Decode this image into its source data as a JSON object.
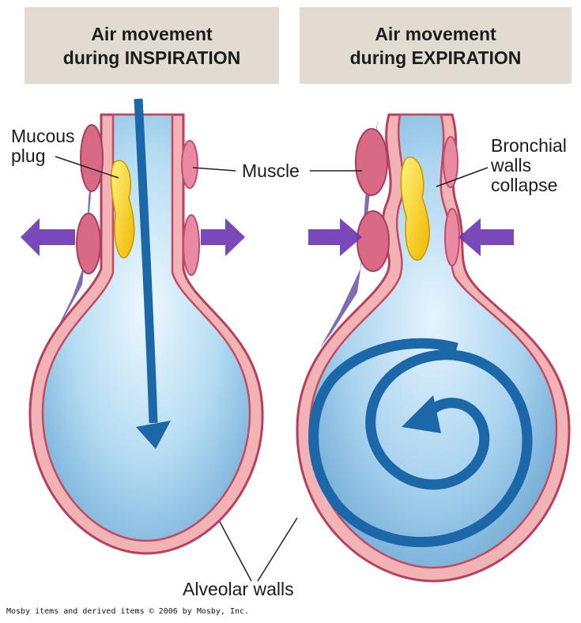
{
  "panels": {
    "left": {
      "title_line1": "Air movement",
      "title_line2": "during INSPIRATION"
    },
    "right": {
      "title_line1": "Air movement",
      "title_line2": "during EXPIRATION"
    }
  },
  "labels": {
    "mucous_plug_line1": "Mucous",
    "mucous_plug_line2": "plug",
    "muscle": "Muscle",
    "bronchial_line1": "Bronchial",
    "bronchial_line2": "walls",
    "bronchial_line3": "collapse",
    "alveolar_walls": "Alveolar walls"
  },
  "footer": "Mosby items and derived items © 2006 by Mosby, Inc.",
  "colors": {
    "title_bg": "#e2dbd2",
    "wall_pink": "#f4b5b5",
    "wall_red": "#c95a6a",
    "muscle_pink": "#d96a85",
    "muscle_purple": "#7f6bb8",
    "lumen_blue": "#a8d4ee",
    "arrow_blue": "#1b67a8",
    "force_arrow_purple": "#6a35b5",
    "mucus_yellow": "#f5d10a"
  }
}
